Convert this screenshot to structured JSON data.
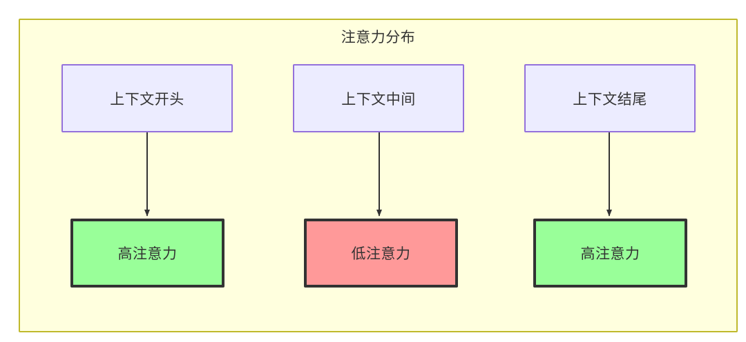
{
  "diagram": {
    "title": "注意力分布",
    "type": "flowchart",
    "columns": [
      {
        "source": {
          "label": "上下文开头",
          "fill": "#ececff",
          "stroke": "#9370db"
        },
        "target": {
          "label": "高注意力",
          "fill": "#99ff99",
          "stroke": "#333333"
        },
        "edge": {
          "from": "上下文开头",
          "to": "高注意力",
          "arrow": "down"
        }
      },
      {
        "source": {
          "label": "上下文中间",
          "fill": "#ececff",
          "stroke": "#9370db"
        },
        "target": {
          "label": "低注意力",
          "fill": "#ff9999",
          "stroke": "#333333"
        },
        "edge": {
          "from": "上下文中间",
          "to": "低注意力",
          "arrow": "down"
        }
      },
      {
        "source": {
          "label": "上下文结尾",
          "fill": "#ececff",
          "stroke": "#9370db"
        },
        "target": {
          "label": "高注意力",
          "fill": "#99ff99",
          "stroke": "#333333"
        },
        "edge": {
          "from": "上下文结尾",
          "to": "高注意力",
          "arrow": "down"
        }
      }
    ],
    "container": {
      "fill": "#ffffde",
      "stroke": "#bfb92c"
    },
    "text_color": "#333333"
  }
}
